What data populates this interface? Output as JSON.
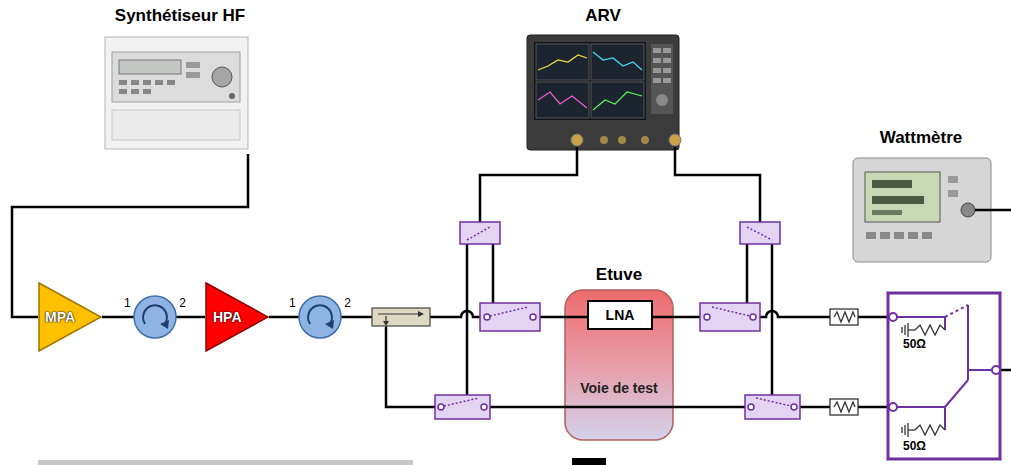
{
  "diagram": {
    "nodes": [
      {
        "text": [
          "Synthétiseur HF"
        ]
      },
      {
        "text": [
          "ARV"
        ]
      },
      {
        "text": [
          "Wattmètre"
        ]
      },
      {
        "text": [
          "MPA"
        ]
      },
      {
        "text": [
          "1",
          "2"
        ]
      },
      {
        "text": [
          "HPA"
        ]
      },
      {
        "text": [
          "1",
          "2"
        ]
      },
      {
        "text": [
          "Etuve",
          "Voie de test"
        ]
      },
      {
        "text": [
          "LNA"
        ],
        "in": 7
      }
    ],
    "edges": [
      {
        "from": 0,
        "to": 3,
        "arrow": "none"
      },
      {
        "from": 3,
        "to": 4,
        "arrow": "none"
      },
      {
        "from": 4,
        "to": 5,
        "arrow": "none"
      },
      {
        "from": 5,
        "to": 6,
        "arrow": "none"
      }
    ],
    "labels": [
      "50Ω",
      "50Ω"
    ]
  }
}
